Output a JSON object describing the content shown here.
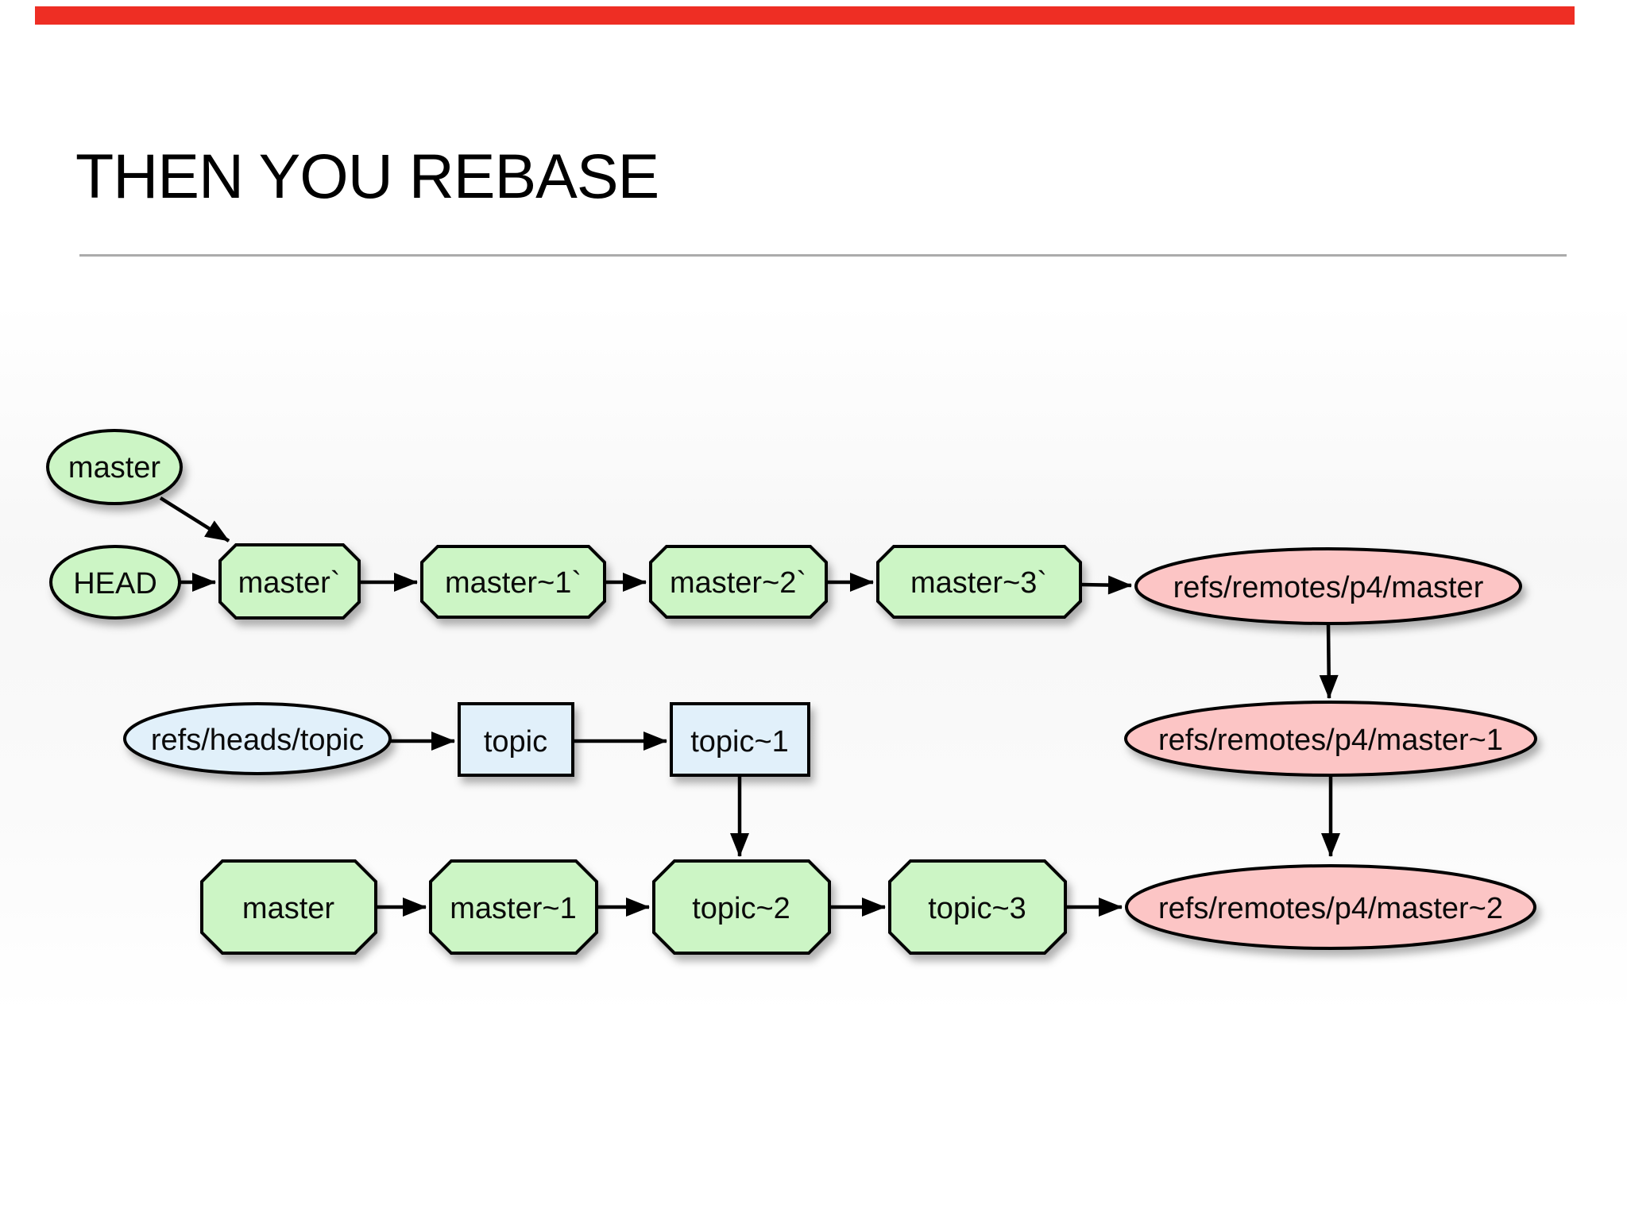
{
  "slide": {
    "title": "THEN YOU REBASE"
  },
  "colors": {
    "background": "#ffffff",
    "accent_red": "#ee2e24",
    "divider_gray": "#ababab",
    "commit_green": "#ccf5c5",
    "ref_pink": "#fcc5c5",
    "topic_blue": "#e1f0fa",
    "stroke_black": "#000000"
  },
  "diagram": {
    "nodes": [
      {
        "id": "master-ref",
        "label": "master",
        "shape": "ellipse"
      },
      {
        "id": "head-ref",
        "label": "HEAD",
        "shape": "ellipse"
      },
      {
        "id": "master-prime",
        "label": "master`",
        "shape": "octagon"
      },
      {
        "id": "master-1-prime",
        "label": "master~1`",
        "shape": "octagon"
      },
      {
        "id": "master-2-prime",
        "label": "master~2`",
        "shape": "octagon"
      },
      {
        "id": "master-3-prime",
        "label": "master~3`",
        "shape": "octagon"
      },
      {
        "id": "p4-master",
        "label": "refs/remotes/p4/master",
        "shape": "ellipse"
      },
      {
        "id": "refs-heads-topic",
        "label": "refs/heads/topic",
        "shape": "ellipse"
      },
      {
        "id": "topic",
        "label": "topic",
        "shape": "rect"
      },
      {
        "id": "topic-1",
        "label": "topic~1",
        "shape": "rect"
      },
      {
        "id": "p4-master-1",
        "label": "refs/remotes/p4/master~1",
        "shape": "ellipse"
      },
      {
        "id": "master-bottom",
        "label": "master",
        "shape": "octagon"
      },
      {
        "id": "master-1-bottom",
        "label": "master~1",
        "shape": "octagon"
      },
      {
        "id": "topic-2",
        "label": "topic~2",
        "shape": "octagon"
      },
      {
        "id": "topic-3",
        "label": "topic~3",
        "shape": "octagon"
      },
      {
        "id": "p4-master-2",
        "label": "refs/remotes/p4/master~2",
        "shape": "ellipse"
      }
    ],
    "edges": [
      [
        "master",
        "master`"
      ],
      [
        "HEAD",
        "master`"
      ],
      [
        "master`",
        "master~1`"
      ],
      [
        "master~1`",
        "master~2`"
      ],
      [
        "master~2`",
        "master~3`"
      ],
      [
        "master~3`",
        "refs/remotes/p4/master"
      ],
      [
        "refs/remotes/p4/master",
        "refs/remotes/p4/master~1"
      ],
      [
        "refs/heads/topic",
        "topic"
      ],
      [
        "topic",
        "topic~1"
      ],
      [
        "topic~1",
        "topic~2"
      ],
      [
        "refs/remotes/p4/master~1",
        "refs/remotes/p4/master~2"
      ],
      [
        "master",
        "master~1"
      ],
      [
        "master~1",
        "topic~2"
      ],
      [
        "topic~2",
        "topic~3"
      ],
      [
        "topic~3",
        "refs/remotes/p4/master~2"
      ]
    ]
  }
}
